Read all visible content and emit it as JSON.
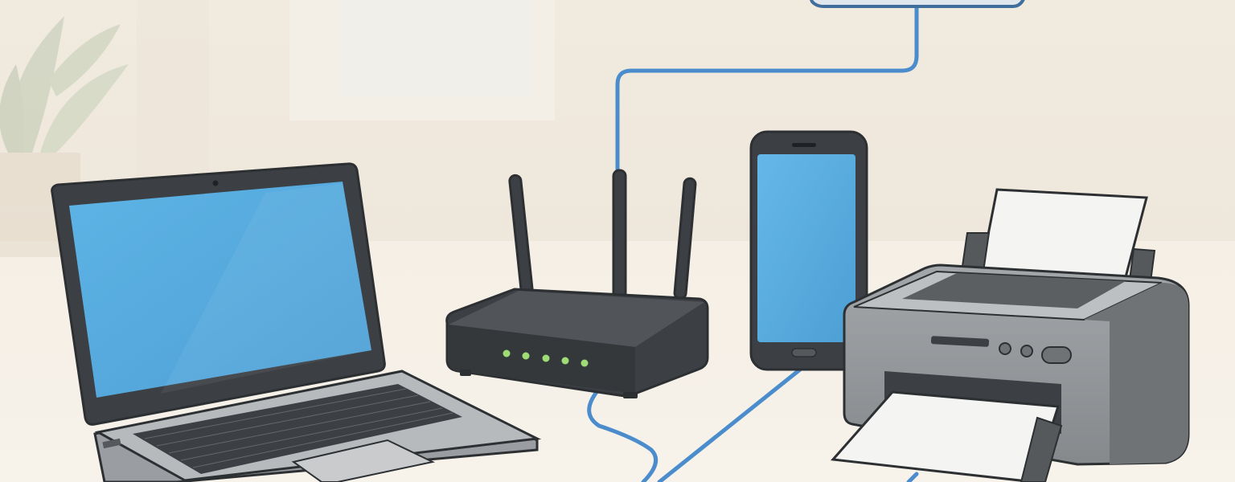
{
  "scene": {
    "description_kind": "illustration",
    "objects": [
      "plant-pot",
      "laptop",
      "wifi-router",
      "smartphone",
      "printer",
      "network-cables",
      "modem"
    ],
    "router_status_leds": 5,
    "colors": {
      "background": "#f3ede2",
      "wall": "#efe8dc",
      "floor": "#f6f1e8",
      "screen_blue": "#5aaee0",
      "cable_blue": "#4a8ccc",
      "device_dark": "#3c4044",
      "device_outline": "#2d3033",
      "printer_grey": "#8f9397",
      "led_green": "#9fdc76",
      "paper": "#f4f4f2"
    }
  }
}
